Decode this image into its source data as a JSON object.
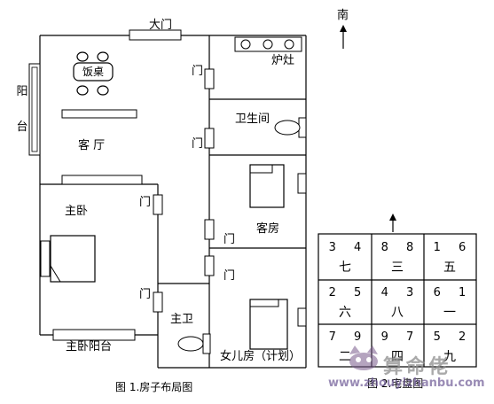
{
  "plan": {
    "front_door": "大门",
    "table": "饭桌",
    "living_room": "客  厅",
    "balcony": [
      "阳",
      "台"
    ],
    "stove": "炉灶",
    "bathroom": "卫生间",
    "guest_room": "客房",
    "master_bedroom": "主卧",
    "master_bath": "主卫",
    "daughter_room": "女儿房（计划）",
    "master_balcony": "主卧阳台",
    "door": "门",
    "caption1": "图 1.房子布局图"
  },
  "compass": {
    "south": "南"
  },
  "grid": {
    "caption2": "图 2.宅盘图",
    "cells": [
      {
        "nums": "3 4",
        "star": "七"
      },
      {
        "nums": "8 8",
        "star": "三"
      },
      {
        "nums": "1 6",
        "star": "五"
      },
      {
        "nums": "2 5",
        "star": "六"
      },
      {
        "nums": "4 3",
        "star": "八"
      },
      {
        "nums": "6 1",
        "star": "一"
      },
      {
        "nums": "7 9",
        "star": "二"
      },
      {
        "nums": "9 7",
        "star": "四"
      },
      {
        "nums": "5 2",
        "star": "九"
      }
    ]
  },
  "watermark": {
    "text": "算 命 佬",
    "url": "www.zhouyizhanbu.com"
  }
}
